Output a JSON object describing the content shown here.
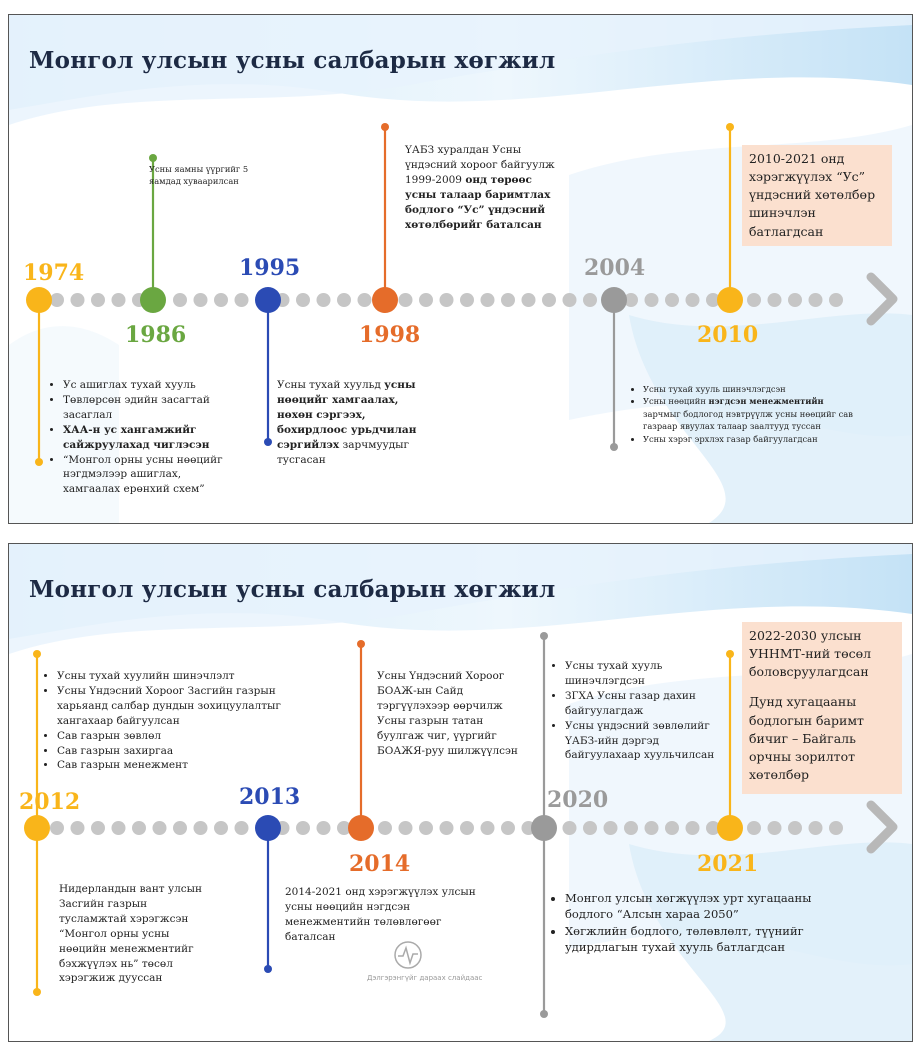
{
  "colors": {
    "yellow": "#f9b51a",
    "green": "#6aa741",
    "blue": "#2b4bb4",
    "orange": "#e56c2a",
    "gray": "#9a9a9a",
    "dot": "#c6c6c6",
    "arrow": "#b8b8b8",
    "box": "#fbe0cf",
    "title": "#1d2a44"
  },
  "slide1": {
    "title": "Монгол улсын усны салбарын хөгжил",
    "years": {
      "y1974": "1974",
      "y1986": "1986",
      "y1995": "1995",
      "y1998": "1998",
      "y2004": "2004",
      "y2010": "2010"
    },
    "e1974": [
      {
        "text": "Ус ашиглах тухай хууль",
        "bold": false
      },
      {
        "text": "Төвлөрсөн эдийн засагтай засаглал",
        "bold": false
      },
      {
        "text": "ХАА-н ус хангамжийг сайжруулахад чиглэсэн",
        "bold": true
      },
      {
        "text": "“Монгол орны усны нөөцийг нэгдмэлээр ашиглах, хамгаалах ерөнхий схем”",
        "bold": false
      }
    ],
    "e1986": "Усны яамны үүргийг 5 яамдад хуваарилсан",
    "e1995": {
      "line1": "Усны тухай хуульд",
      "bold": "усны нөөцийг хамгаалах, нөхөн сэргээх, бохирдлоос урьдчилан сэргийлэх",
      "line3": "зарчмуудыг тусгасан"
    },
    "e1998": {
      "normal": "ҮАБЗ хуралдан Усны үндэсний хороог байгуулж 1999-2009",
      "bold": "онд төрөөс усны талаар баримтлах бодлого “Ус” үндэсний хөтөлбөрийг баталсан"
    },
    "e2004": {
      "item1": "Усны тухай хууль шинэчлэгдсэн",
      "item2_normal_a": "Усны нөөцийн ",
      "item2_bold": "нэгдсэн менежментийн",
      "item2_normal_b": " зарчмыг бодлогод нэвтрүүлж усны нөөцийг сав газраар явуулах талаар заалтууд туссан",
      "item3": "Усны хэрэг эрхлэх газар байгуулагдсан"
    },
    "e2010": "2010-2021 онд хэрэгжүүлэх “Ус” үндэсний хөтөлбөр шинэчлэн батлагдсан"
  },
  "slide2": {
    "title": "Монгол улсын усны салбарын хөгжил",
    "years": {
      "y2012": "2012",
      "y2013": "2013",
      "y2014": "2014",
      "y2020": "2020",
      "y2021": "2021"
    },
    "e2012_top": [
      "Усны тухай хуулийн шинэчлэлт",
      "Усны Үндэсний Хороог Засгийн газрын харьяанд салбар дундын зохицуулалтыг хангахаар байгуулсан",
      "Сав газрын зөвлөл",
      "Сав газрын захиргаа",
      "Сав газрын менежмент"
    ],
    "e2012_bottom": "Нидерландын вант улсын Засгийн газрын тусламжтай хэрэгжсэн “Монгол орны усны нөөцийн менежментийг бэхжүүлэх нь” төсөл хэрэгжиж дууссан",
    "e2013": "2014-2021 онд хэрэгжүүлэх улсын усны нөөцийн нэгдсэн менежментийн төлөвлөгөөг баталсан",
    "e2014": "Усны Үндэсний Хороог БОАЖ-ын Сайд тэргүүлэхээр өөрчилж Усны газрын татан буулгаж чиг, үүргийг БОАЖЯ-руу шилжүүлсэн",
    "e2020_top": [
      "Усны тухай хууль шинэчлэгдсэн",
      "ЗГХА Усны газар дахин байгуулагдаж",
      "Усны үндэсний зөвлөлийг ҮАБЗ-ийн дэргэд байгуулахаар хуульчилсан"
    ],
    "e2020_bottom": [
      "Монгол улсын хөгжүүлэх урт хугацааны бодлого “Алсын хараа 2050”",
      "Хөгжлийн бодлого, төлөвлөлт, түүнийг удирдлагын тухай хууль батлагдсан"
    ],
    "e2021_a": "2022-2030 улсын УННМТ-ний төсөл боловсруулагдсан",
    "e2021_b": "Дунд хугацааны бодлогын баримт бичиг – Байгаль орчны зорилтот хөтөлбөр",
    "watermark": "Дэлгэрэнгүйг дараах слайдаас"
  }
}
